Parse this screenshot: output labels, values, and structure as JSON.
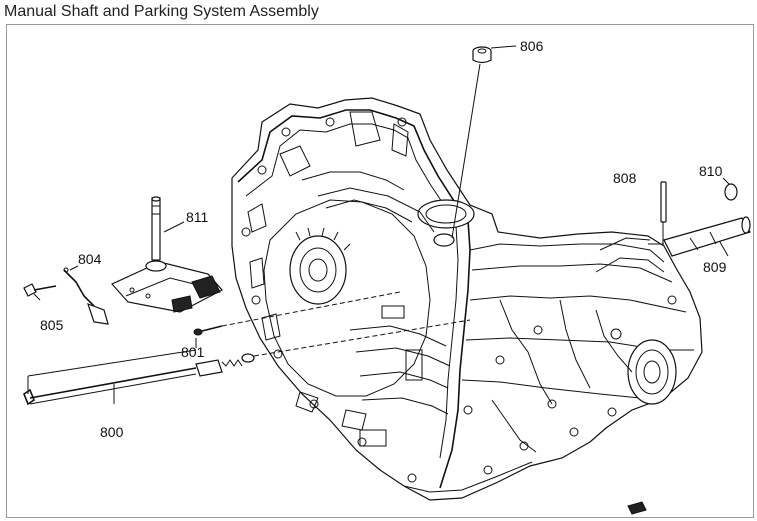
{
  "title": "Manual Shaft and Parking System Assembly",
  "callouts": [
    {
      "id": "806",
      "label": "806"
    },
    {
      "id": "808",
      "label": "808"
    },
    {
      "id": "810",
      "label": "810"
    },
    {
      "id": "809",
      "label": "809"
    },
    {
      "id": "811",
      "label": "811"
    },
    {
      "id": "804",
      "label": "804"
    },
    {
      "id": "805",
      "label": "805"
    },
    {
      "id": "801",
      "label": "801"
    },
    {
      "id": "800",
      "label": "800"
    }
  ]
}
